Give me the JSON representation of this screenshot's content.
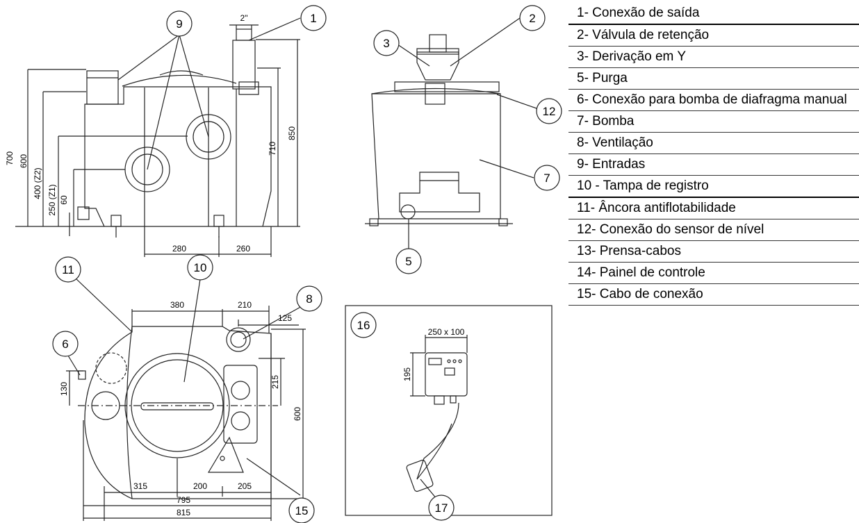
{
  "legend": [
    "1- Conexão de saída",
    "2- Válvula de retenção",
    "3- Derivação em Y",
    "5- Purga",
    "6- Conexão para bomba de diafragma manual",
    "7- Bomba",
    "8- Ventilação",
    "9- Entradas",
    "10 - Tampa de registro",
    "11- Âncora antiflotabilidade",
    "12- Conexão do sensor de nível",
    "13- Prensa-cabos",
    "14- Painel de controle",
    "15- Cabo de conexão"
  ],
  "callouts": {
    "c1": "1",
    "c2": "2",
    "c3": "3",
    "c5": "5",
    "c6": "6",
    "c7": "7",
    "c8": "8",
    "c9": "9",
    "c10": "10",
    "c11": "11",
    "c12": "12",
    "c15": "15",
    "c16": "16",
    "c17": "17"
  },
  "dims": {
    "d_2in": "2\"",
    "d700": "700",
    "d600": "600",
    "d400": "400 (Z2)",
    "d250": "250 (Z1)",
    "d60": "60",
    "d710": "710",
    "d850": "850",
    "d280": "280",
    "d260": "260",
    "d380": "380",
    "d210": "210",
    "d125": "125",
    "d130": "130",
    "d215": "215",
    "d600b": "600",
    "d315": "315",
    "d200": "200",
    "d205": "205",
    "d795": "795",
    "d815": "815",
    "d250x100": "250 x 100",
    "d195": "195"
  },
  "colors": {
    "line": "#222222",
    "callout_fill": "#ffffff",
    "text": "#000000"
  }
}
